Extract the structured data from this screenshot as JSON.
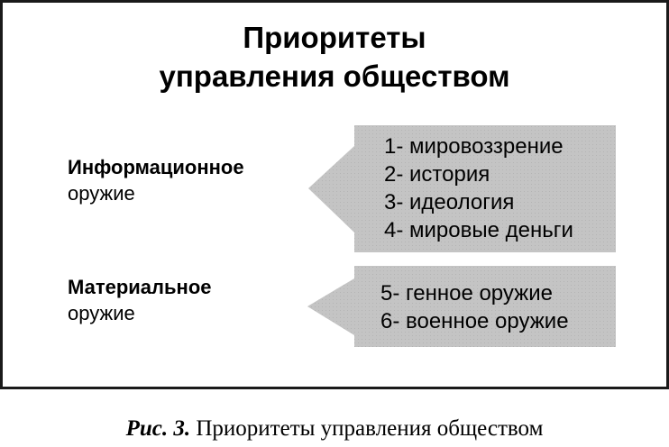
{
  "diagram": {
    "title_lines": [
      "Приоритеты",
      "управления обществом"
    ],
    "groups": [
      {
        "label_bold": "Информационное",
        "label_regular": "оружие",
        "items": [
          "1- мировоззрение",
          "2- история",
          "3- идеология",
          "4- мировые деньги"
        ]
      },
      {
        "label_bold": "Материальное",
        "label_regular": "оружие",
        "items": [
          "5- генное оружие",
          "6- военное оружие"
        ]
      }
    ],
    "callout_fill": "#c4c4c4",
    "border_color": "#1a1a1a"
  },
  "caption": {
    "ref": "Рис. 3.",
    "text": "Приоритеты управления обществом"
  }
}
